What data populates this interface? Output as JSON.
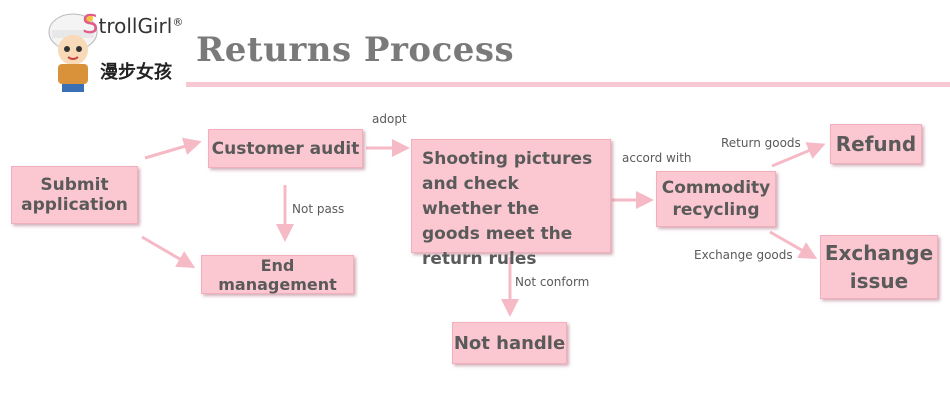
{
  "logo": {
    "brand_first": "S",
    "brand_rest": "trollGirl",
    "registered": "®",
    "chinese": "漫步女孩"
  },
  "title": "Returns Process",
  "nodes": {
    "submit": "Submit application",
    "customer_audit": "Customer audit",
    "end_management": "End management",
    "shooting": "Shooting pictures and check whether the goods meet the return rules",
    "not_handle": "Not handle",
    "commodity": "Commodity recycling",
    "refund": "Refund",
    "exchange": "Exchange issue"
  },
  "edge_labels": {
    "adopt": "adopt",
    "not_pass": "Not pass",
    "not_conform": "Not conform",
    "accord_with": "accord with",
    "return_goods": "Return goods",
    "exchange_goods": "Exchange goods"
  },
  "colors": {
    "box_fill": "#fbc8d2",
    "arrow": "#f6b9c6",
    "title": "#7a7a7a",
    "text": "#5a5a5a"
  }
}
